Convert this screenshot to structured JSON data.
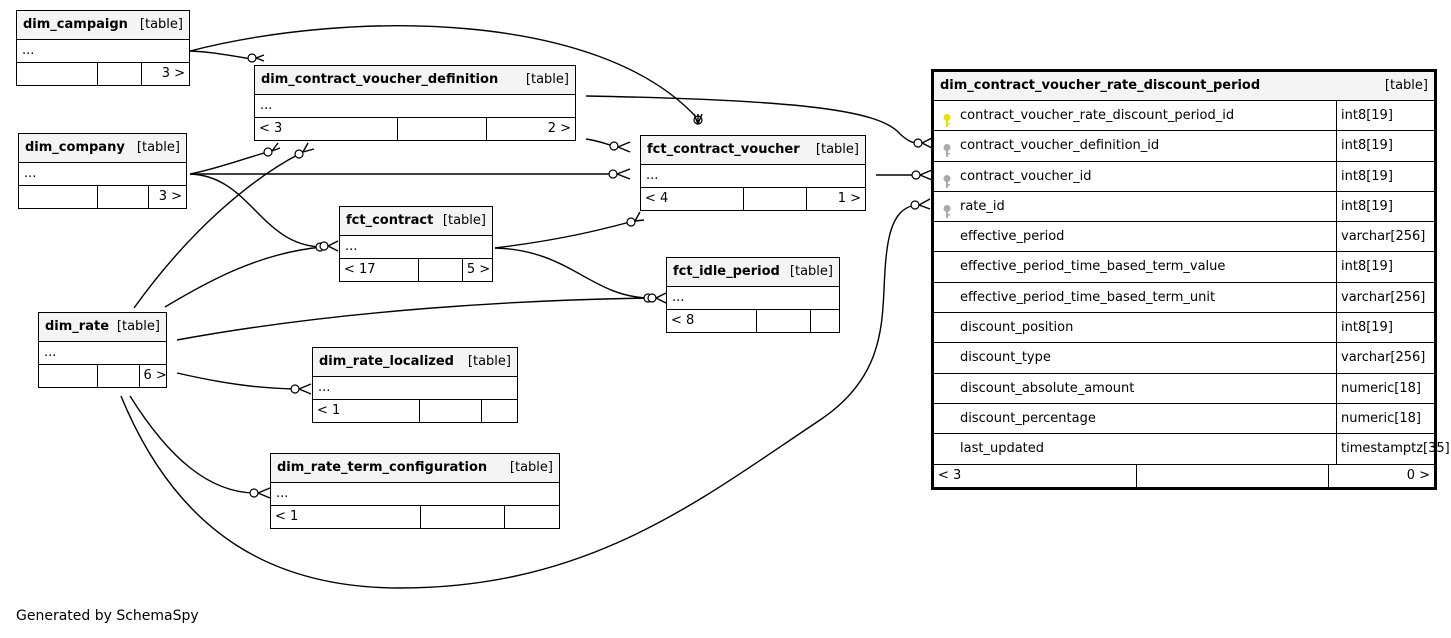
{
  "kind_label": "[table]",
  "ellipsis": "...",
  "generated_by": "Generated by SchemaSpy",
  "tables": {
    "dim_campaign": {
      "name": "dim_campaign",
      "left": "",
      "right": "3 >"
    },
    "dim_contract_voucher_definition": {
      "name": "dim_contract_voucher_definition",
      "left": "< 3",
      "right": "2 >"
    },
    "dim_company": {
      "name": "dim_company",
      "left": "",
      "right": "3 >"
    },
    "fct_contract_voucher": {
      "name": "fct_contract_voucher",
      "left": "< 4",
      "right": "1 >"
    },
    "fct_contract": {
      "name": "fct_contract",
      "left": "< 17",
      "right": "5 >"
    },
    "fct_idle_period": {
      "name": "fct_idle_period",
      "left": "< 8",
      "right": ""
    },
    "dim_rate": {
      "name": "dim_rate",
      "left": "",
      "right": "6 >"
    },
    "dim_rate_localized": {
      "name": "dim_rate_localized",
      "left": "< 1",
      "right": ""
    },
    "dim_rate_term_configuration": {
      "name": "dim_rate_term_configuration",
      "left": "< 1",
      "right": ""
    }
  },
  "focus_table": {
    "name": "dim_contract_voucher_rate_discount_period",
    "left": "< 3",
    "right": "0 >",
    "columns": [
      {
        "name": "contract_voucher_rate_discount_period_id",
        "type": "int8[19]",
        "key": "primary-key-icon"
      },
      {
        "name": "contract_voucher_definition_id",
        "type": "int8[19]",
        "key": "foreign-key-icon"
      },
      {
        "name": "contract_voucher_id",
        "type": "int8[19]",
        "key": "foreign-key-icon"
      },
      {
        "name": "rate_id",
        "type": "int8[19]",
        "key": "foreign-key-icon"
      },
      {
        "name": "effective_period",
        "type": "varchar[256]",
        "key": ""
      },
      {
        "name": "effective_period_time_based_term_value",
        "type": "int8[19]",
        "key": ""
      },
      {
        "name": "effective_period_time_based_term_unit",
        "type": "varchar[256]",
        "key": ""
      },
      {
        "name": "discount_position",
        "type": "int8[19]",
        "key": ""
      },
      {
        "name": "discount_type",
        "type": "varchar[256]",
        "key": ""
      },
      {
        "name": "discount_absolute_amount",
        "type": "numeric[18]",
        "key": ""
      },
      {
        "name": "discount_percentage",
        "type": "numeric[18]",
        "key": ""
      },
      {
        "name": "last_updated",
        "type": "timestamptz[35]",
        "key": ""
      }
    ]
  },
  "colors": {
    "primary_key": "#e8e000",
    "foreign_key": "#aaaaaa",
    "header_bg": "#f4f4f4"
  }
}
